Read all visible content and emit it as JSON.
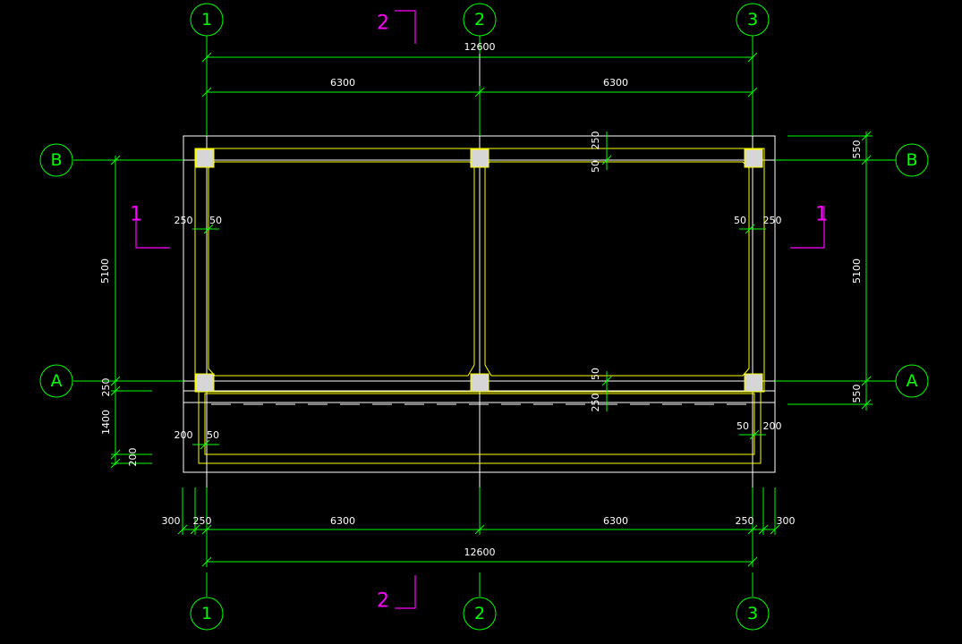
{
  "grid_axes": {
    "numbered": [
      "1",
      "2",
      "3"
    ],
    "lettered": [
      "A",
      "B"
    ]
  },
  "dimensions": {
    "top_total": "12600",
    "top_bay_left": "6300",
    "top_bay_right": "6300",
    "beam_top_width": "250",
    "beam_top_offset": "50",
    "beam_bottom_offset": "50",
    "beam_bottom_width": "250",
    "left_wall": "250",
    "left_offset": "50",
    "right_offset": "50",
    "right_wall": "250",
    "extension_left_wall": "200",
    "extension_left_offset": "50",
    "extension_right_offset": "50",
    "extension_right_wall": "200",
    "left_span": "5100",
    "left_a_offset": "250",
    "left_extension": "1400",
    "left_bottom": "200",
    "right_span": "5100",
    "right_top": "550",
    "right_bottom": "550",
    "bottom_left_margin": "300",
    "bottom_left_wall": "250",
    "bottom_bay_left": "6300",
    "bottom_bay_right": "6300",
    "bottom_right_wall": "250",
    "bottom_right_margin": "300",
    "bottom_total": "12600"
  },
  "section_marks": {
    "top": "2",
    "bottom": "2",
    "left": "1",
    "right": "1"
  },
  "colors": {
    "background": "#000000",
    "grid": "#00ff00",
    "outline": "#ffffff",
    "beams": "#ffff00",
    "section": "#ff00ff"
  }
}
